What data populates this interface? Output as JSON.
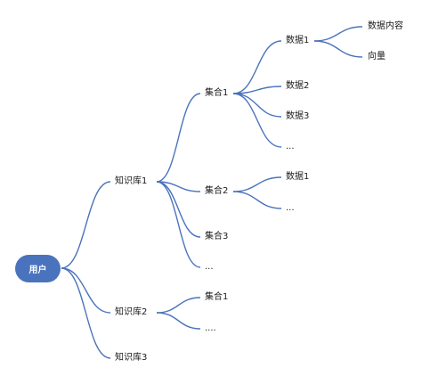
{
  "diagram": {
    "root": {
      "label": "用户"
    },
    "nodes": {
      "kb1": "知识库1",
      "kb2": "知识库2",
      "kb3": "知识库3",
      "kb1_set1": "集合1",
      "kb1_set2": "集合2",
      "kb1_set3": "集合3",
      "kb1_more": "...",
      "kb1_set1_data1": "数据1",
      "kb1_set1_data2": "数据2",
      "kb1_set1_data3": "数据3",
      "kb1_set1_more": "...",
      "kb1_set1_data1_content": "数据内容",
      "kb1_set1_data1_vector": "向量",
      "kb1_set2_data1": "数据1",
      "kb1_set2_more": "...",
      "kb2_set1": "集合1",
      "kb2_more": "...."
    },
    "line_color": "#4a73bd"
  }
}
